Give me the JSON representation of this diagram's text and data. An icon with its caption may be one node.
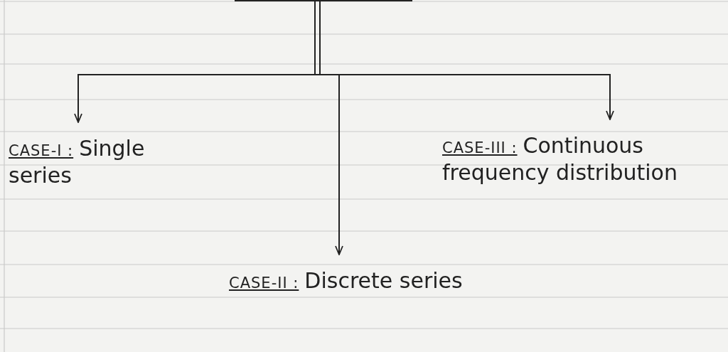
{
  "diagram": {
    "nodes": [
      {
        "text": [],
        "shape": "box"
      },
      {
        "text": [
          "CASE-I :",
          "Single series"
        ]
      },
      {
        "text": [
          "CASE-II :",
          "Discrete series"
        ]
      },
      {
        "text": [
          "CASE-III :",
          "Continuous frequency distribution"
        ]
      }
    ],
    "edges": [
      {
        "from": 0,
        "to": 1,
        "arrow": "to"
      },
      {
        "from": 0,
        "to": 2,
        "arrow": "to"
      },
      {
        "from": 0,
        "to": 3,
        "arrow": "to"
      }
    ]
  }
}
